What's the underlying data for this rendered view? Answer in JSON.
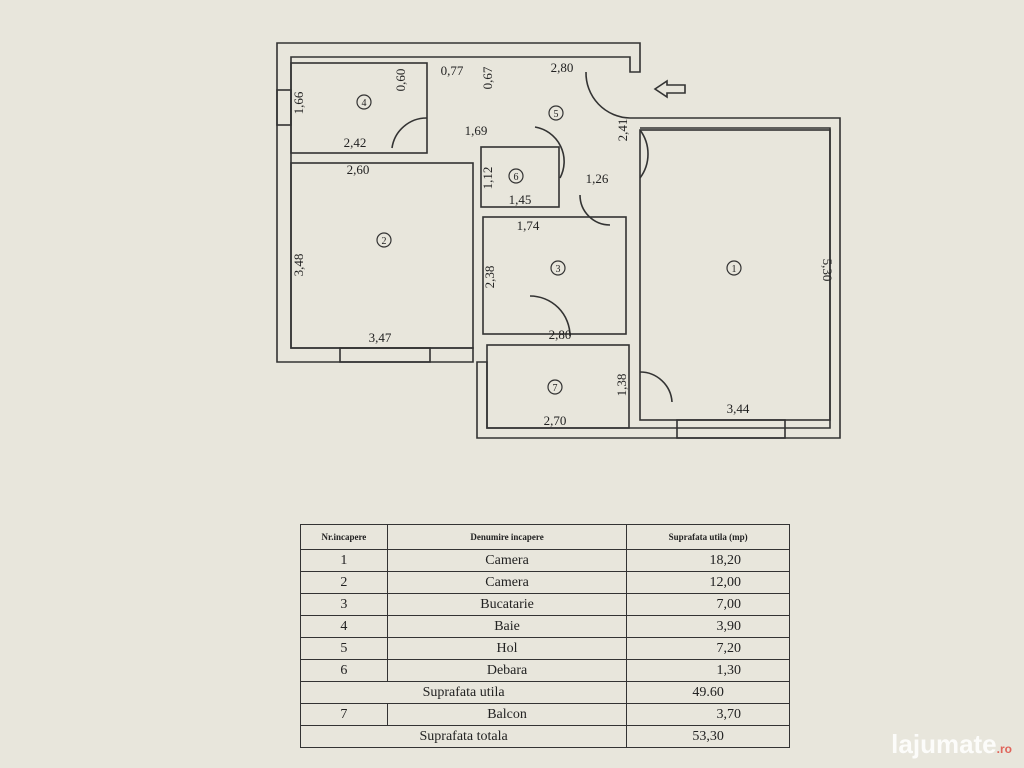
{
  "plan": {
    "rooms": [
      "1",
      "2",
      "3",
      "4",
      "5",
      "6",
      "7"
    ],
    "dimensions": {
      "d060": "0,60",
      "d077": "0,77",
      "d067": "0,67",
      "d280a": "2,80",
      "d166": "1,66",
      "d242": "2,42",
      "d169": "1,69",
      "d241": "2,41",
      "d260": "2,60",
      "d112": "1,12",
      "d145": "1,45",
      "d126": "1,26",
      "d174": "1,74",
      "d348": "3,48",
      "d238": "2,38",
      "d530": "5,30",
      "d347": "3,47",
      "d280b": "2,80",
      "d138": "1,38",
      "d270": "2,70",
      "d344": "3,44"
    }
  },
  "table": {
    "headers": [
      "Nr.incapere",
      "Denumire incapere",
      "Suprafata utila (mp)"
    ],
    "rows": [
      {
        "nr": "1",
        "name": "Camera",
        "area": "18,20"
      },
      {
        "nr": "2",
        "name": "Camera",
        "area": "12,00"
      },
      {
        "nr": "3",
        "name": "Bucatarie",
        "area": "7,00"
      },
      {
        "nr": "4",
        "name": "Baie",
        "area": "3,90"
      },
      {
        "nr": "5",
        "name": "Hol",
        "area": "7,20"
      },
      {
        "nr": "6",
        "name": "Debara",
        "area": "1,30"
      }
    ],
    "subtotal": {
      "label": "Suprafata utila",
      "value": "49.60"
    },
    "balcony": {
      "nr": "7",
      "name": "Balcon",
      "area": "3,70"
    },
    "total": {
      "label": "Suprafata totala",
      "value": "53,30"
    }
  },
  "watermark": {
    "text": "lajumate",
    "suffix": ".ro"
  }
}
